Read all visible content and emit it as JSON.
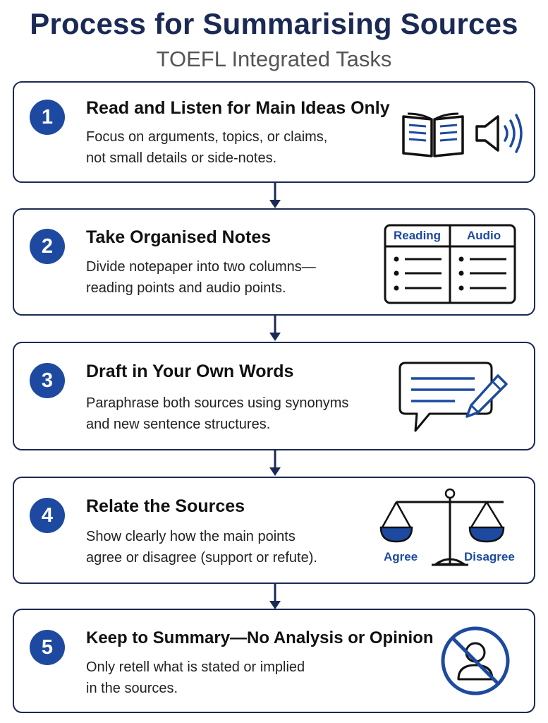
{
  "header": {
    "title": "Process for Summarising Sources",
    "subtitle": "TOEFL Integrated Tasks"
  },
  "steps": [
    {
      "number": "1",
      "title": "Read and Listen for Main Ideas Only",
      "desc_line1": "Focus on arguments, topics, or claims,",
      "desc_line2": "not small details or side-notes.",
      "icons": [
        "open-book-icon",
        "speaker-icon"
      ]
    },
    {
      "number": "2",
      "title": "Take Organised Notes",
      "desc_line1": "Divide notepaper into two columns—",
      "desc_line2": "reading points and audio points.",
      "icons": [
        "notes-table-icon"
      ],
      "table_headers": [
        "Reading",
        "Audio"
      ]
    },
    {
      "number": "3",
      "title": "Draft in Your Own Words",
      "desc_line1": "Paraphrase both sources using synonyms",
      "desc_line2": "and new sentence structures.",
      "icons": [
        "speech-bubble-icon",
        "pencil-icon"
      ]
    },
    {
      "number": "4",
      "title": "Relate the Sources",
      "desc_line1": "Show clearly how the main points",
      "desc_line2": "agree or disagree (support or refute).",
      "icons": [
        "balance-scale-icon"
      ],
      "scale_labels": [
        "Agree",
        "Disagree"
      ]
    },
    {
      "number": "5",
      "title": "Keep to Summary—No Analysis or Opinion",
      "desc_line1": "Only retell what is stated or implied",
      "desc_line2": "in the sources.",
      "icons": [
        "no-person-icon"
      ]
    }
  ],
  "colors": {
    "navy": "#1b2a55",
    "accent_blue": "#1d4aa0",
    "subtitle_gray": "#555555"
  }
}
